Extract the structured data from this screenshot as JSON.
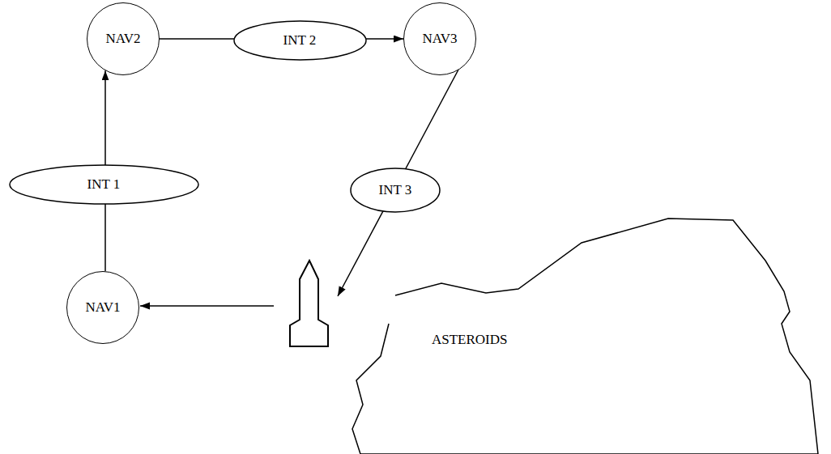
{
  "diagram": {
    "nodes": [
      {
        "text": [
          "NAV1"
        ]
      },
      {
        "text": [
          "NAV2"
        ]
      },
      {
        "text": [
          "NAV3"
        ]
      },
      {
        "text": [
          "INT 1"
        ]
      },
      {
        "text": [
          "INT 2"
        ]
      },
      {
        "text": [
          "INT 3"
        ]
      },
      {
        "text": [
          "ASTEROIDS"
        ]
      }
    ],
    "edges": [
      {
        "from": 0,
        "to": 1,
        "arrow": "to"
      },
      {
        "from": 1,
        "to": 2,
        "arrow": "to"
      }
    ]
  }
}
